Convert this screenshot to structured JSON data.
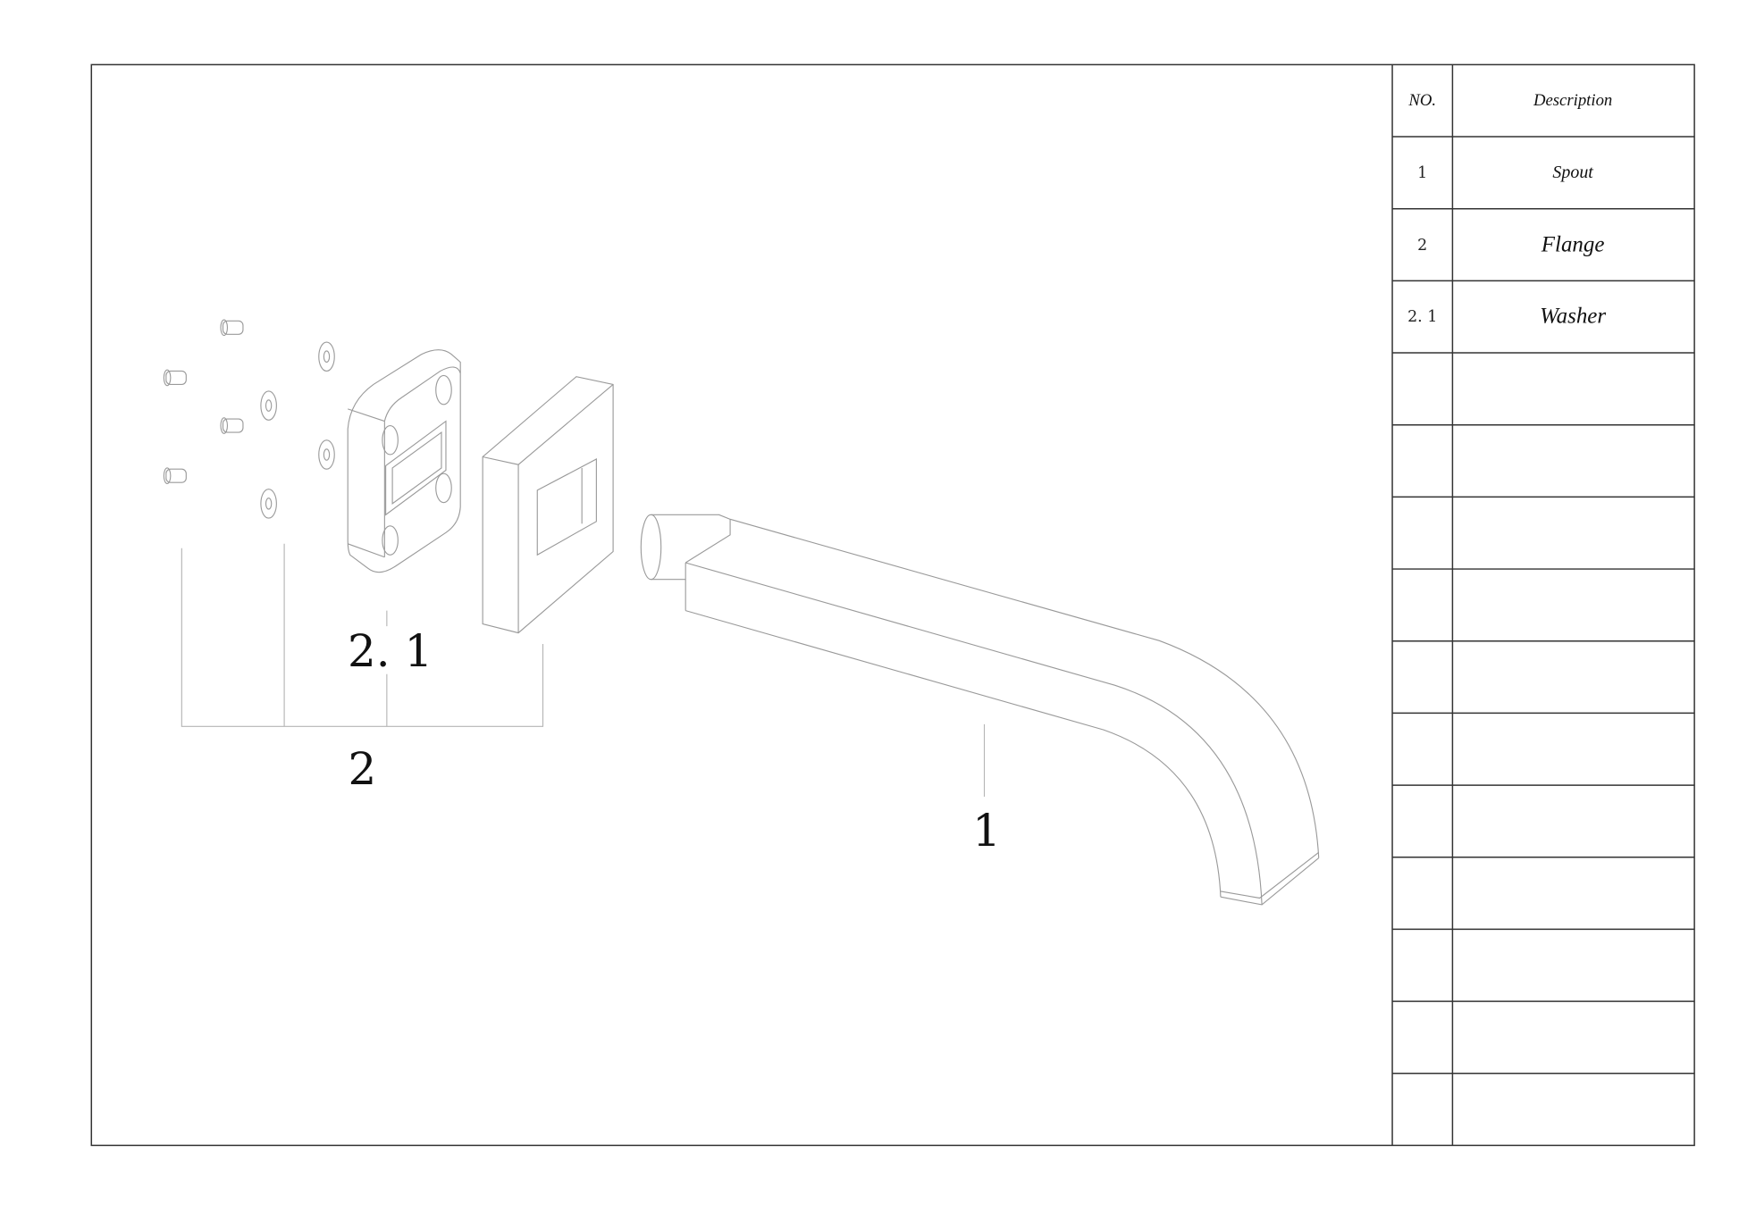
{
  "callouts": {
    "spout": "1",
    "flange": "2",
    "washer": "2. 1"
  },
  "parts_table": {
    "headers": {
      "no": "NO.",
      "description": "Description"
    },
    "rows": [
      {
        "no": "1",
        "description": "Spout"
      },
      {
        "no": "2",
        "description": "Flange"
      },
      {
        "no": "2. 1",
        "description": "Washer"
      }
    ],
    "empty_rows": 11
  }
}
